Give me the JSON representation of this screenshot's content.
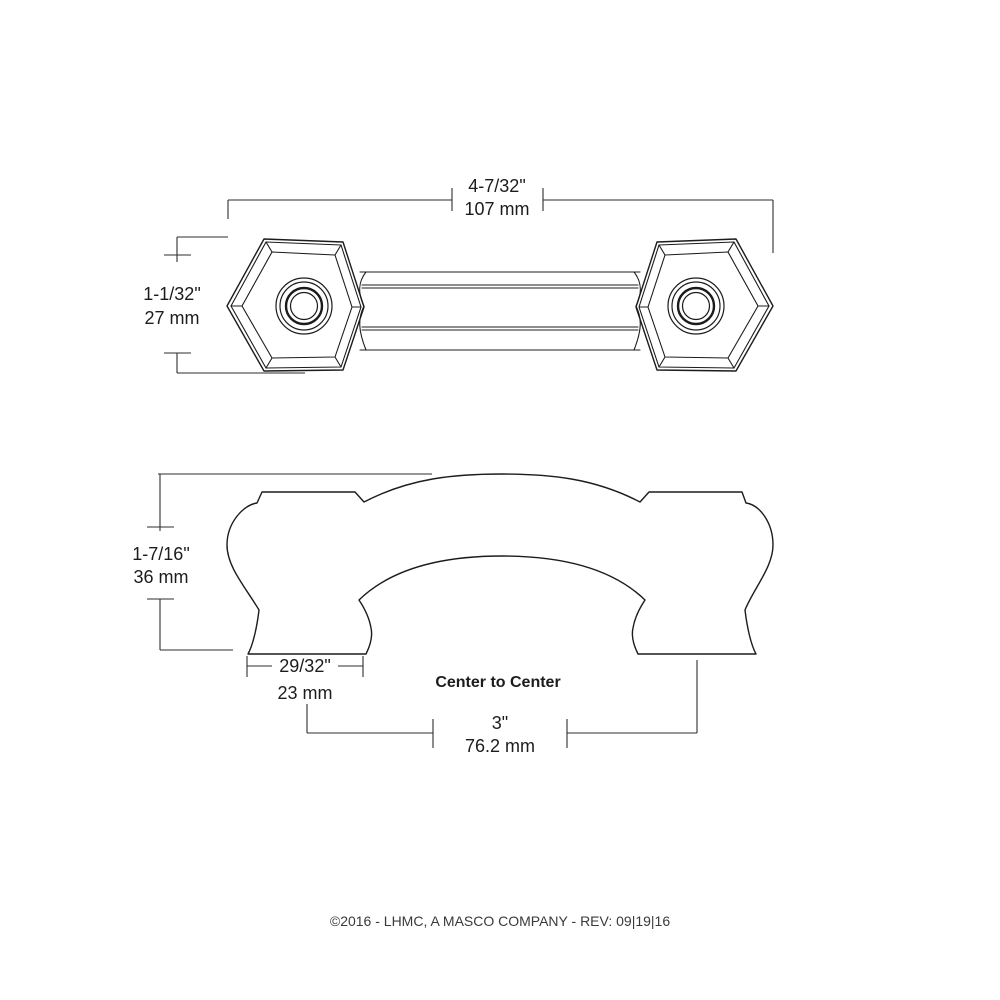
{
  "drawing": {
    "background": "#ffffff",
    "line_color": "#1c1c1c",
    "dim_color": "#2e2e2e",
    "top_view": {
      "width_dim": {
        "inches": "4-7/32\"",
        "mm": "107 mm"
      },
      "height_dim": {
        "inches": "1-1/32\"",
        "mm": "27 mm"
      }
    },
    "side_view": {
      "height_dim": {
        "inches": "1-7/16\"",
        "mm": "36 mm"
      },
      "base_dim": {
        "inches": "29/32\"",
        "mm": "23 mm"
      },
      "center_dim": {
        "label": "Center to Center",
        "inches": "3\"",
        "mm": "76.2 mm"
      }
    },
    "footer": {
      "text": "©2016 - LHMC, A MASCO COMPANY - REV: 09|19|16",
      "color": "#3a3a3a"
    }
  }
}
